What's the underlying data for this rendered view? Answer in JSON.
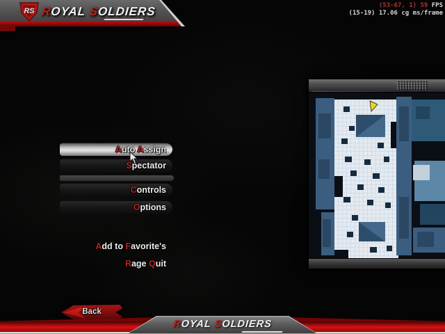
{
  "colors": {
    "accent_red": "#b3241f",
    "fps_red": "#a23734",
    "map_bg": "#0a0e15",
    "side_blue": "#3b5e80",
    "side_blue_dark": "#2a4763",
    "side_blue_dark2": "#23445e",
    "side_blue_light": "#5d87a6",
    "teal": "#2e5a78",
    "steel": "#44688c",
    "steel_dark": "#2d4d6c",
    "floor": "#e4eaf0",
    "floor2": "#c2d0da",
    "box_dark": "#152a3e",
    "marker_yellow": "#e5d92e"
  },
  "header": {
    "logo_text": "RS",
    "title_segments": [
      {
        "t": "R",
        "a": true
      },
      {
        "t": "OYAL ",
        "a": false
      },
      {
        "t": "S",
        "a": true
      },
      {
        "t": "OLDIERS",
        "a": false
      }
    ],
    "fps": {
      "line1_segments": [
        {
          "t": "(53-67, 1) 59 ",
          "a": true
        },
        {
          "t": "FPS",
          "a": false
        }
      ],
      "line2": "(15-19) 17.06 cg ms/frame"
    }
  },
  "menu": {
    "items": [
      {
        "id": "auto-assign",
        "selected": true,
        "segments": [
          {
            "t": "A",
            "a": true
          },
          {
            "t": "uto ",
            "a": false
          },
          {
            "t": "A",
            "a": true
          },
          {
            "t": "ssign",
            "a": false
          }
        ]
      },
      {
        "id": "spectator",
        "selected": false,
        "segments": [
          {
            "t": "S",
            "a": true
          },
          {
            "t": "pectator",
            "a": false
          }
        ]
      },
      {
        "id": "controls",
        "selected": false,
        "segments": [
          {
            "t": "C",
            "a": true
          },
          {
            "t": "ontrols",
            "a": false
          }
        ]
      },
      {
        "id": "options",
        "selected": false,
        "segments": [
          {
            "t": "O",
            "a": true
          },
          {
            "t": "ptions",
            "a": false
          }
        ]
      },
      {
        "id": "add-to-favorites",
        "selected": false,
        "segments": [
          {
            "t": "A",
            "a": true
          },
          {
            "t": "dd to ",
            "a": false
          },
          {
            "t": "F",
            "a": true
          },
          {
            "t": "avorite's",
            "a": false
          }
        ]
      },
      {
        "id": "rage-quit",
        "selected": false,
        "segments": [
          {
            "t": "R",
            "a": true
          },
          {
            "t": "age ",
            "a": false
          },
          {
            "t": "Q",
            "a": true
          },
          {
            "t": "uit",
            "a": false
          }
        ]
      }
    ]
  },
  "back_button": {
    "label": "Back"
  },
  "footer": {
    "title_segments": [
      {
        "t": "R",
        "a": true
      },
      {
        "t": "OYAL ",
        "a": false
      },
      {
        "t": "S",
        "a": true
      },
      {
        "t": "OLDIERS",
        "a": false
      }
    ]
  },
  "minimap": {
    "description": "top-down radar overview map, blue floorplan with player marker",
    "player_marker": "yellow-arrow"
  }
}
